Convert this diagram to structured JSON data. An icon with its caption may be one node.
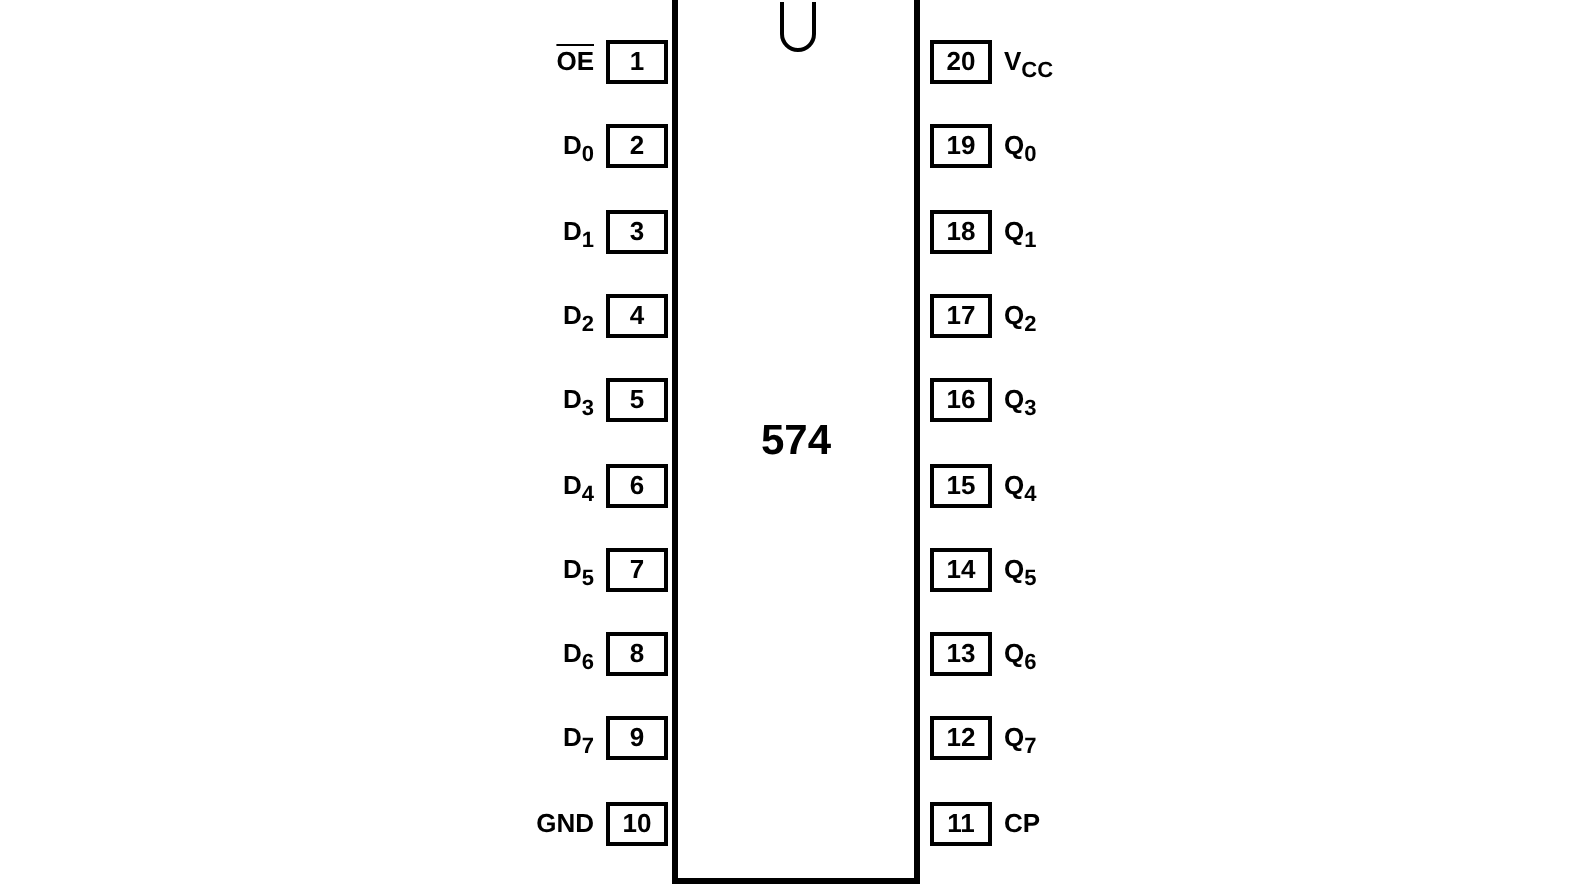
{
  "diagram": {
    "nodes": [
      {
        "text": [
          "574"
        ]
      },
      {
        "text": [
          "1"
        ],
        "beside": [
          "OE"
        ]
      },
      {
        "text": [
          "2"
        ],
        "beside": [
          "D$_{0}$"
        ]
      },
      {
        "text": [
          "3"
        ],
        "beside": [
          "D$_{1}$"
        ]
      },
      {
        "text": [
          "4"
        ],
        "beside": [
          "D$_{2}$"
        ]
      },
      {
        "text": [
          "5"
        ],
        "beside": [
          "D$_{3}$"
        ]
      },
      {
        "text": [
          "6"
        ],
        "beside": [
          "D$_{4}$"
        ]
      },
      {
        "text": [
          "7"
        ],
        "beside": [
          "D$_{5}$"
        ]
      },
      {
        "text": [
          "8"
        ],
        "beside": [
          "D$_{6}$"
        ]
      },
      {
        "text": [
          "9"
        ],
        "beside": [
          "D$_{7}$"
        ]
      },
      {
        "text": [
          "10"
        ],
        "beside": [
          "GND"
        ]
      },
      {
        "text": [
          "11"
        ],
        "beside": [
          "CP"
        ]
      },
      {
        "text": [
          "12"
        ],
        "beside": [
          "Q$_{7}$"
        ]
      },
      {
        "text": [
          "13"
        ],
        "beside": [
          "Q$_{6}$"
        ]
      },
      {
        "text": [
          "14"
        ],
        "beside": [
          "Q$_{5}$"
        ]
      },
      {
        "text": [
          "15"
        ],
        "beside": [
          "Q$_{4}$"
        ]
      },
      {
        "text": [
          "16"
        ],
        "beside": [
          "Q$_{3}$"
        ]
      },
      {
        "text": [
          "17"
        ],
        "beside": [
          "Q$_{2}$"
        ]
      },
      {
        "text": [
          "18"
        ],
        "beside": [
          "Q$_{1}$"
        ]
      },
      {
        "text": [
          "19"
        ],
        "beside": [
          "Q$_{0}$"
        ]
      },
      {
        "text": [
          "20"
        ],
        "beside": [
          "V$_{CC}$"
        ]
      }
    ]
  }
}
